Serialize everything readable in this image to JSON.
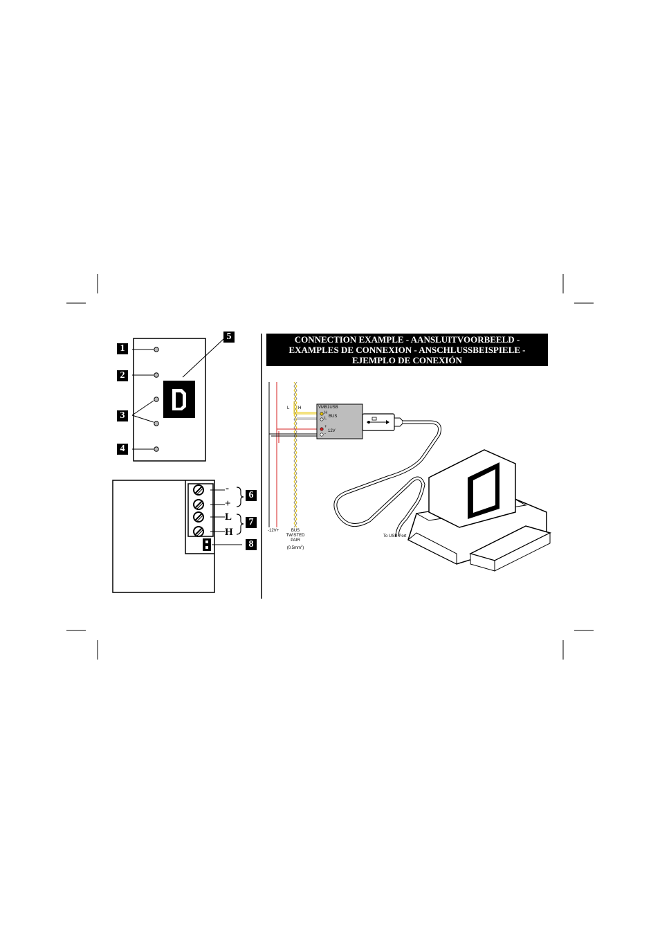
{
  "module_panel": {
    "badges": [
      "1",
      "2",
      "3",
      "4",
      "5"
    ],
    "display_glyph": "D"
  },
  "terminal_panel": {
    "terminal_symbols": [
      "-",
      "+",
      "L",
      "H"
    ],
    "badges": [
      "6",
      "7",
      "8"
    ]
  },
  "connection": {
    "title_lines": [
      "CONNECTION EXAMPLE - AANSLUITVOORBEELD -",
      "EXAMPLES DE CONNEXION - ANSCHLUSSBEISPIELE -",
      "EJEMPLO DE CONEXIÓN"
    ],
    "device_name": "VMB1USB",
    "pin_h": "H",
    "pin_l": "L",
    "bus_label": "BUS",
    "pin_plus": "+",
    "pin_minus": "-",
    "v12_label": "12V",
    "wire_l": "L",
    "wire_h": "H",
    "supply_label": "-12V+",
    "bus_caption": [
      "BUS",
      "TWISTED",
      "PAIR",
      "(0.5mm",
      "2",
      ")"
    ],
    "usb_port_label": "To USB-Port"
  },
  "colors": {
    "wire_red": "#d42020",
    "wire_yellow": "#e8c400",
    "device_fill": "#bdbdbd"
  }
}
